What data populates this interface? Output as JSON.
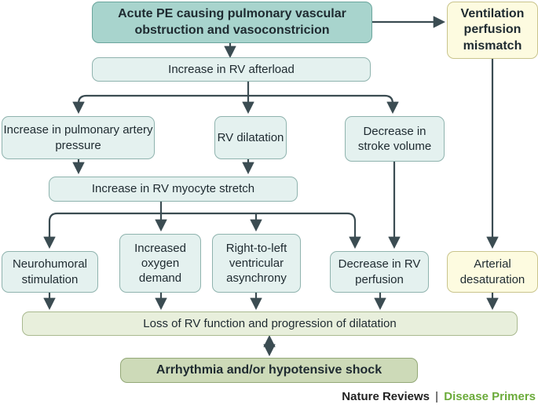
{
  "colors": {
    "arrow": "#3b4c52",
    "primary_box": "#a8d4cd",
    "light_box": "#e4f1ef",
    "yellow_box": "#fdfbe0",
    "green_box": "#cddab8",
    "brand_green": "#6bab3a"
  },
  "nodes": {
    "acute_pe": "Acute PE causing pulmonary vascular obstruction and vasoconstricion",
    "vq_mismatch": "Ventilation perfusion mismatch",
    "rv_afterload": "Increase in RV afterload",
    "pa_pressure": "Increase in pulmonary artery pressure",
    "rv_dilatation": "RV dilatation",
    "stroke_volume": "Decrease in stroke volume",
    "myocyte_stretch": "Increase in RV myocyte stretch",
    "neurohumoral": "Neurohumoral stimulation",
    "oxygen_demand": "Increased oxygen demand",
    "asynchrony": "Right-to-left ventricular asynchrony",
    "rv_perfusion": "Decrease in RV perfusion",
    "arterial_desat": "Arterial desaturation",
    "rv_function_loss": "Loss of RV function and progression of dilatation",
    "shock": "Arrhythmia and/or hypotensive shock"
  },
  "footer": {
    "journal": "Nature Reviews",
    "separator": "|",
    "series": "Disease Primers"
  }
}
